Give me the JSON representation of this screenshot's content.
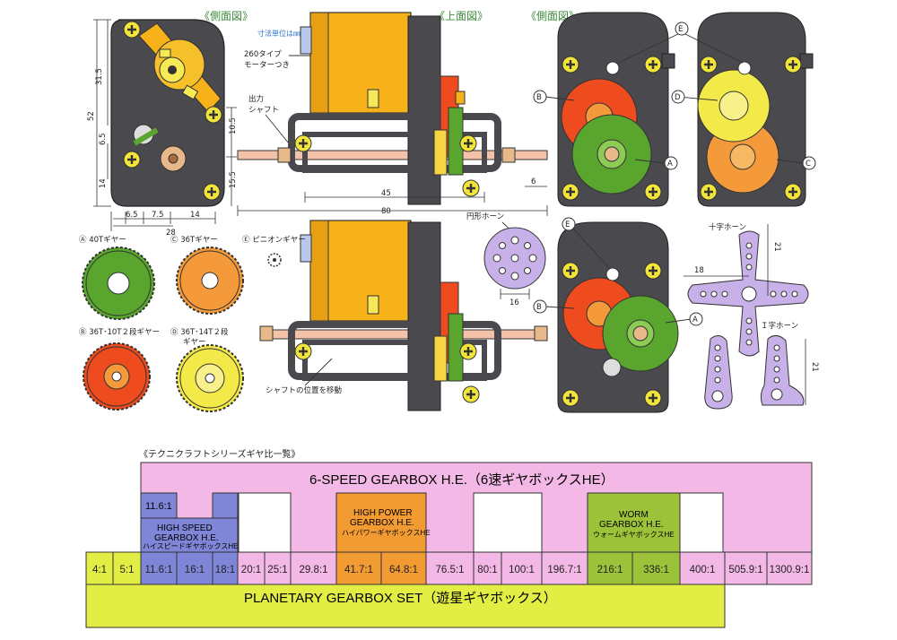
{
  "views": {
    "side_view_label": "《側面図》",
    "top_view_label": "《上面図》",
    "side_view_label_2": "《側面図》",
    "unit_note": "寸法単位は㎜",
    "motor_note": "260タイプ\nモーターつき",
    "output_shaft_note": "出力\nシャフト",
    "shaft_move_note": "シャフトの位置を移動",
    "round_horn": "円形ホーン",
    "cross_horn": "十字ホーン",
    "i_horn": "Ｉ字ホーン"
  },
  "dimensions": {
    "d31_5": "31.5",
    "d52": "52",
    "d6_5": "6.5",
    "d14": "14",
    "b6_5": "6.5",
    "b7_5": "7.5",
    "b14": "14",
    "b28": "28",
    "d10_5": "10.5",
    "d15_5": "15.5",
    "d45": "45",
    "d80": "80",
    "d6": "6",
    "d16": "16",
    "d18": "18",
    "d21a": "21",
    "d21b": "21"
  },
  "gear_legend": {
    "a": "Ⓐ 40Tギヤー",
    "c": "Ⓒ 36Tギヤー",
    "e": "Ⓔ ピニオンギヤー",
    "b": "Ⓑ 36T･10T２段ギヤー",
    "d1": "Ⓓ 36T･14T２段",
    "d2": "ギヤー"
  },
  "gear_callouts": {
    "A": "A",
    "B": "B",
    "C": "C",
    "D": "D",
    "E": "E"
  },
  "ratio_table": {
    "caption": "《テクニクラフトシリーズギヤ比一覧》",
    "six_speed": "6-SPEED GEARBOX H.E.（6速ギヤボックスHE）",
    "high_speed_ratio": "11.6:1",
    "high_speed_en1": "HIGH SPEED",
    "high_speed_en2": "GEARBOX H.E.",
    "high_speed_jp": "ハイスピードギヤボックスHE",
    "high_power_en1": "HIGH POWER",
    "high_power_en2": "GEARBOX H.E.",
    "high_power_jp": "ハイパワーギヤボックスHE",
    "worm_en1": "WORM",
    "worm_en2": "GEARBOX H.E.",
    "worm_jp": "ウォームギヤボックスHE",
    "planetary": "PLANETARY GEARBOX SET（遊星ギヤボックス）",
    "ratios": [
      "4:1",
      "5:1",
      "11.6:1",
      "16:1",
      "18:1",
      "20:1",
      "25:1",
      "29.8:1",
      "41.7:1",
      "64.8:1",
      "76.5:1",
      "80:1",
      "100:1",
      "196.7:1",
      "216:1",
      "336:1",
      "400:1",
      "505.9:1",
      "1300.9:1"
    ]
  },
  "colors": {
    "pink": "#f3b8e6",
    "yellow_green": "#e3ee45",
    "blue": "#7f86d8",
    "orange": "#f39b33",
    "olive": "#9cc23a",
    "gear_green": "#5aa52e",
    "gear_red": "#ee4b1f",
    "gear_orange": "#f59a3a",
    "gear_yellow": "#f3ea4a",
    "housing": "#4a4a4e",
    "motor": "#f7b21a",
    "horn": "#c8b0e8"
  }
}
